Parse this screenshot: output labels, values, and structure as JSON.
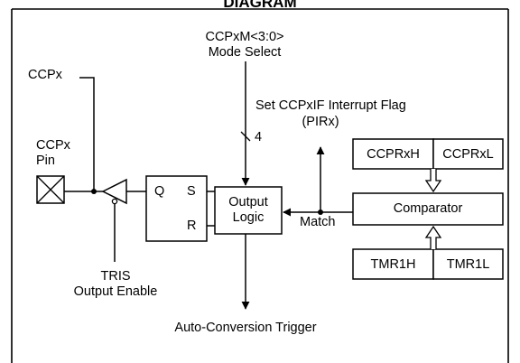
{
  "title": "DIAGRAM",
  "mode_select": {
    "signal": "CCPxM<3:0>",
    "caption": "Mode Select",
    "bus_width": "4"
  },
  "interrupt": {
    "line1": "Set CCPxIF Interrupt Flag",
    "line2": "(PIRx)"
  },
  "pin": {
    "ccpx_label": "CCPx",
    "pin_label_1": "CCPx",
    "pin_label_2": "Pin"
  },
  "latch": {
    "q": "Q",
    "s": "S",
    "r": "R"
  },
  "output_logic": {
    "line1": "Output",
    "line2": "Logic"
  },
  "match_label": "Match",
  "registers": {
    "ccprxh": "CCPRxH",
    "ccprxl": "CCPRxL",
    "comparator": "Comparator",
    "tmr1h": "TMR1H",
    "tmr1l": "TMR1L"
  },
  "tris": {
    "line1": "TRIS",
    "line2": "Output Enable"
  },
  "trigger": "Auto-Conversion Trigger"
}
